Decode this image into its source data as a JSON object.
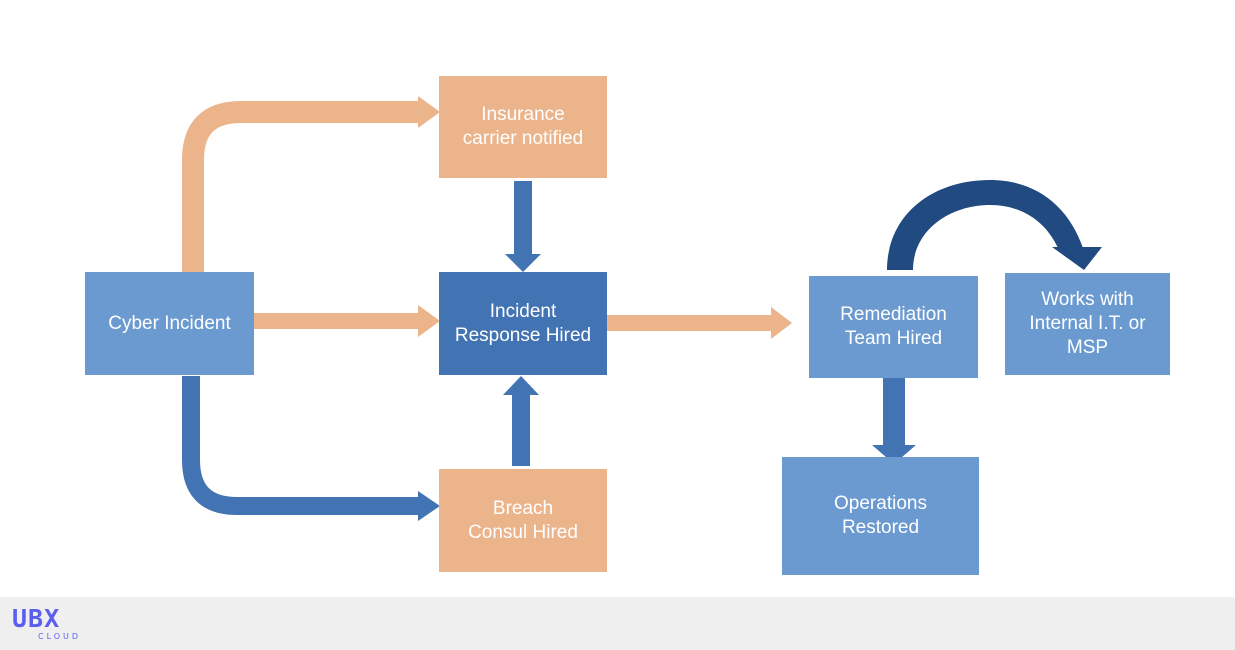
{
  "nodes": {
    "cyber_incident": "Cyber Incident",
    "insurance_carrier": "Insurance\ncarrier notified",
    "incident_response": "Incident\nResponse Hired",
    "breach_consul": "Breach\nConsul Hired",
    "remediation_team": "Remediation\nTeam Hired",
    "works_with": "Works with\nInternal I.T. or\nMSP",
    "operations_restored": "Operations\nRestored"
  },
  "colors": {
    "orange": "#ebb48b",
    "light_blue": "#6a9ad0",
    "dark_blue": "#4273b2",
    "navy": "#214a80"
  },
  "footer": {
    "logo_mark": "UBX",
    "logo_sub": "CLOUD"
  }
}
